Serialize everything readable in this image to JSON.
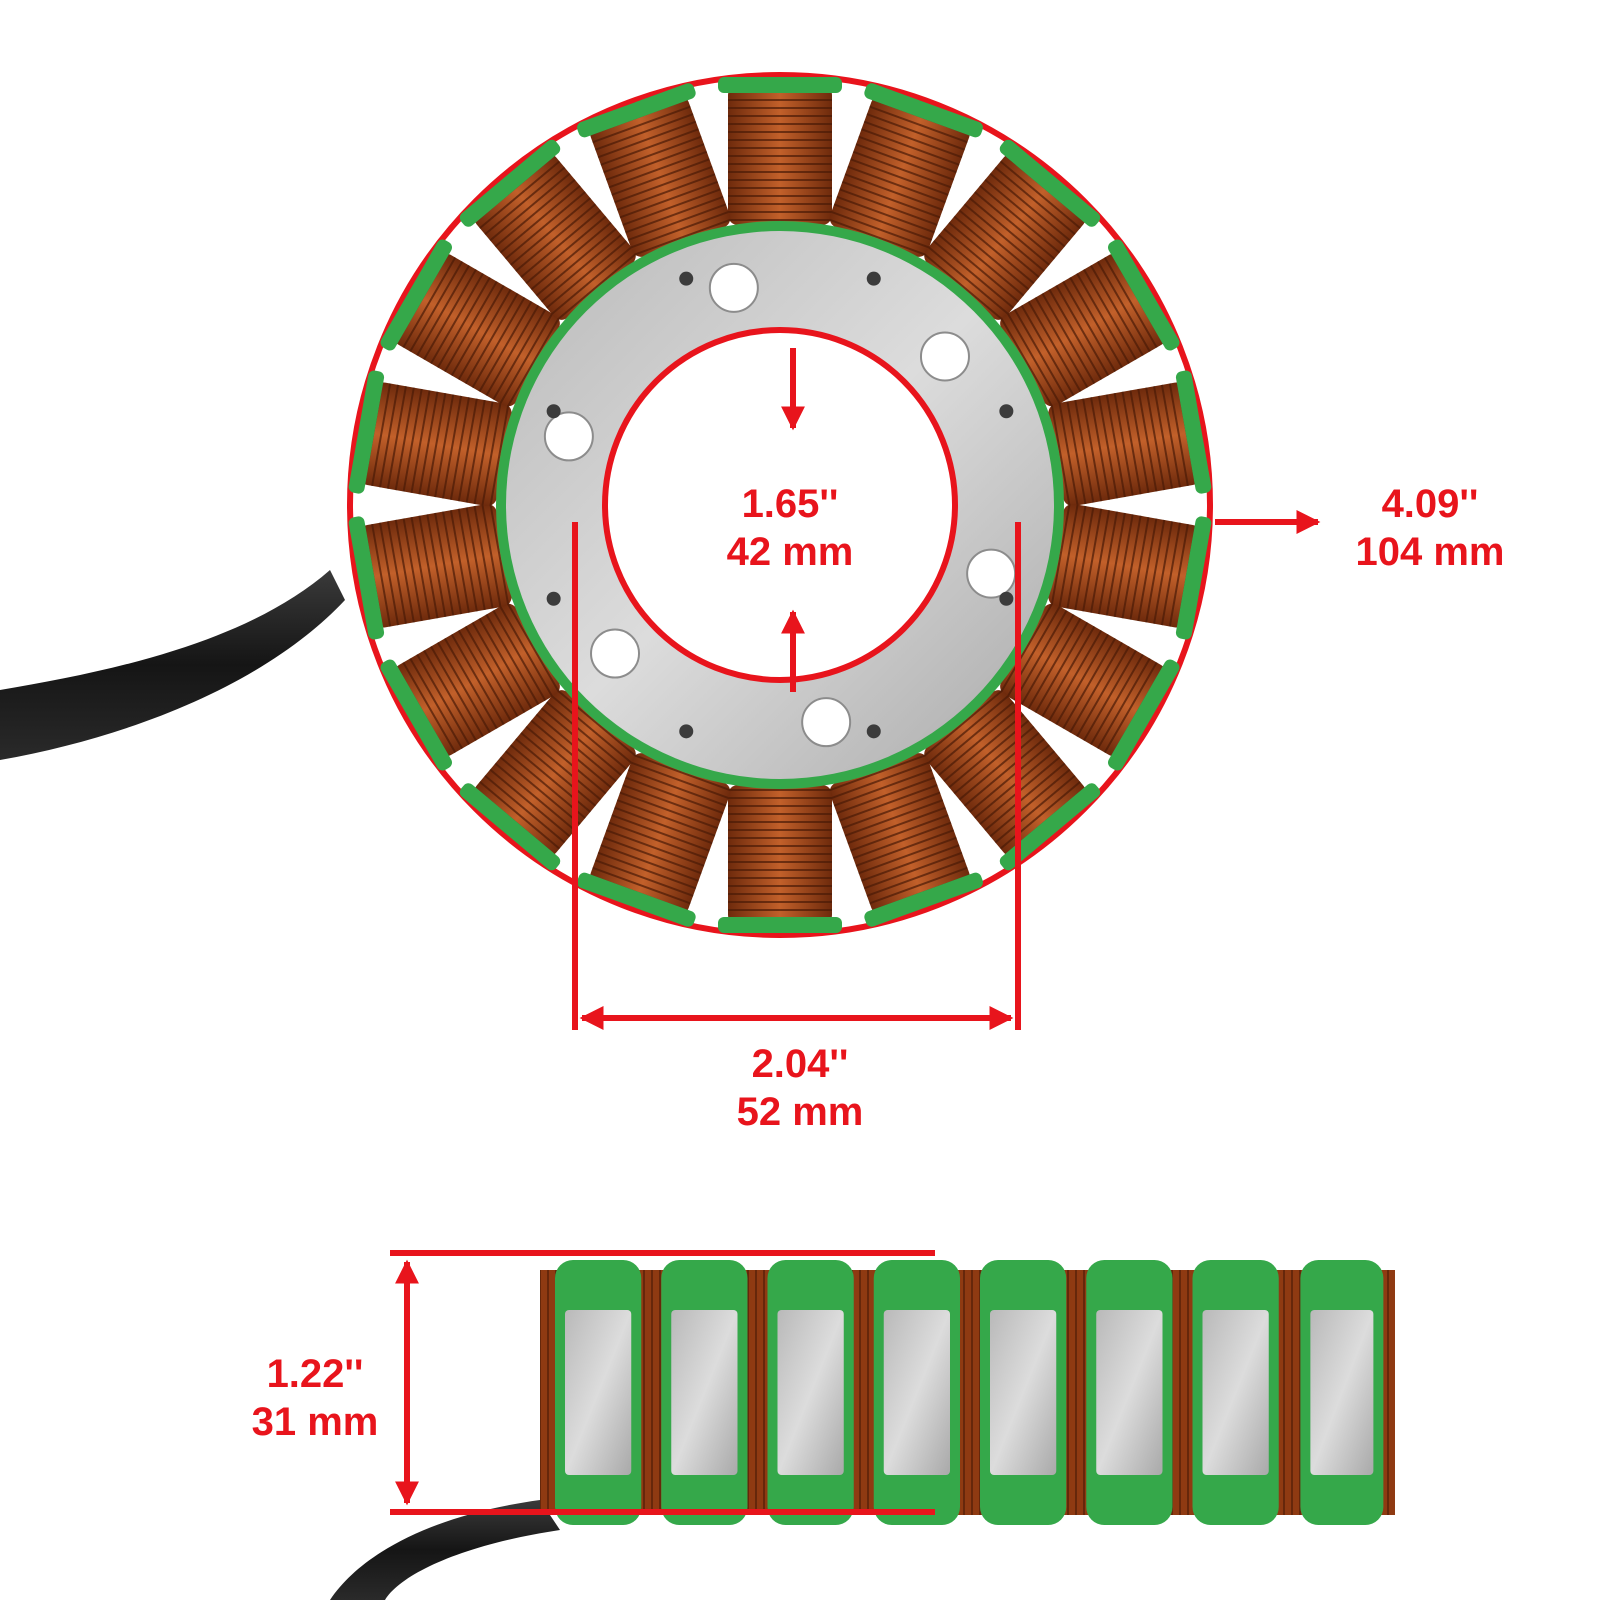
{
  "product": {
    "name": "stator",
    "coil_color": "#a8491c",
    "insulation_color": "#35a84a",
    "core_color": "#c9c9c9",
    "cable_color": "#1c1c1c",
    "annotation_color": "#e8141c"
  },
  "top_view": {
    "coil_count": 18,
    "mounting_hole_count": 6,
    "dimensions": {
      "inner_diameter": {
        "inches": "1.65''",
        "mm": "42 mm"
      },
      "outer_diameter": {
        "inches": "4.09''",
        "mm": "104 mm"
      },
      "hole_spacing": {
        "inches": "2.04''",
        "mm": "52 mm"
      }
    }
  },
  "side_view": {
    "visible_teeth": 8,
    "dimensions": {
      "height": {
        "inches": "1.22''",
        "mm": "31 mm"
      }
    }
  }
}
